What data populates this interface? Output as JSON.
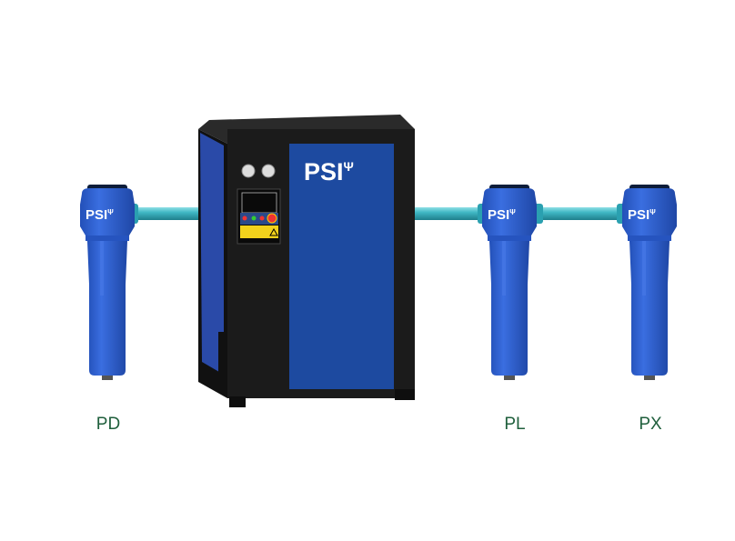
{
  "brand": "PSI",
  "brand_symbol": "Ψ",
  "filters": [
    {
      "label": "PD"
    },
    {
      "label": "PL"
    },
    {
      "label": "PX"
    }
  ],
  "colors": {
    "filter_blue": "#2f62d6",
    "door_blue": "#1d4aa0",
    "cabinet": "#1b1b1b",
    "pipe": "#3fb7c4",
    "label": "#1f5f3c"
  }
}
